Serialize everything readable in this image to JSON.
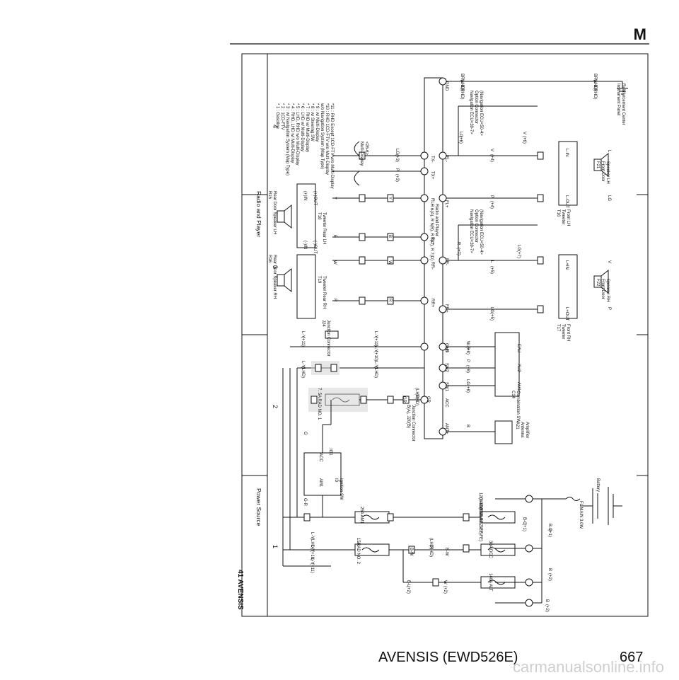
{
  "page": {
    "section_letter": "M",
    "footer": "AVENSIS (EWD526E)",
    "page_number": "667",
    "watermark": "carmanualsonline.info",
    "side_title": "41  AVENSIS"
  },
  "diagram": {
    "headers": {
      "power_source": "Power Source",
      "radio_player": "Radio and Player"
    },
    "column_numbers": [
      "1",
      "2",
      "3",
      "4"
    ],
    "notes": [
      "* 1 : Gasoline",
      "* 2 : 1CD-FTV",
      "* 3 : w/ Navigation System (Map Type)",
      "* 4 : RHD, LHD w/ Multi-Display",
      "* 5 : LHD, RHD w/o Multi-Display",
      "* 6 : LHD w/ Multi-Display",
      "* 7 : RHD w/ Multi-Display",
      "* 8 : w/ Steering SW",
      "* 9 : w/ Multi-Display",
      "   w/o Navigation System (Map Type)",
      "*10 : RHD 1CD-FTV w/o Multi-Display",
      "*11 : RHD Except 1CD-FTV w/o Multi-Display"
    ],
    "components": {
      "battery": "Battery",
      "fl_main": "FL MAIN 3.0W",
      "alt120": [
        "120A ALT",
        "(1AZ-FSE, 1AZ-FE)",
        "100A ALT",
        "(1ZZ-FE, 3ZZ-FE)"
      ],
      "alt140": "140A ALT",
      "dcc": "30A DCC",
      "am1": "25A AM1",
      "rad2": [
        "15A",
        "RAD NO. 2"
      ],
      "rad1": "7. 5A RAD NO. 1",
      "ign": [
        "I3",
        "Ignition SW"
      ],
      "ign_terms": [
        "ACC",
        "AM1",
        "IG1"
      ],
      "antenna": [
        "A21",
        "Antenna",
        "Amplifier"
      ],
      "combo": [
        "C14",
        "Combination SW"
      ],
      "combo_terms": [
        "EAU",
        "AU2",
        "AU1"
      ],
      "radio": [
        "R 6(A), R 5(B), R 6(C), R 7(D)",
        "Radio and Player"
      ],
      "radio_terms": [
        "ANT+",
        "ACC",
        "+B",
        "SW1",
        "SW2",
        "GND",
        "FR+",
        "FR-",
        "RR+",
        "RR-",
        "RL+",
        "RL-",
        "FL+",
        "FL-",
        "TX+",
        "TX-",
        "GND"
      ],
      "j24": [
        "J24",
        "Junction Connector"
      ],
      "j20": [
        "B(A), J20(B)",
        "Junction Connector"
      ],
      "r15": [
        "R15",
        "Rear Door Speaker LH"
      ],
      "r16": [
        "R16",
        "Rear Door Speaker RH"
      ],
      "t18": [
        "T18",
        "Tweeter Rear LH"
      ],
      "t19": [
        "T19",
        "Tweeter Rear RH"
      ],
      "t16": [
        "T16",
        "Tweeter",
        "Front LH"
      ],
      "t17": [
        "T17",
        "Tweeter",
        "Front RH"
      ],
      "f21": [
        "F21",
        "Front Door",
        "Speaker LH"
      ],
      "f22": [
        "F22",
        "Front Door",
        "Speaker RH"
      ],
      "nav1": [
        "Navigation ECU<39-7>",
        "Option Connector",
        "(Navigation ECU<50-4>"
      ],
      "nav2": [
        "Navigation ECU<39-7>",
        "Option Connector",
        "(Navigation ECU<50-4>"
      ],
      "multi": [
        "Multi-Display",
        "<26-6>"
      ],
      "ground": [
        "Instrument Panel",
        "Reinforcement Center"
      ],
      "spk_terms": [
        "(+)OUT",
        "(-)OUT",
        "(+)IN",
        "(-)IN",
        "L+IN",
        "L-IN",
        "L+OUT",
        "L-OUT"
      ]
    },
    "wires": {
      "b_g": "B-G",
      "b_w": "B-W",
      "b_l": "B-L",
      "b": "B",
      "w": "W",
      "g_r": "G-R",
      "g": "G",
      "l_y": "L-Y",
      "lg": "LG",
      "p": "P",
      "v": "V",
      "l": "L",
      "r": "R",
      "y": "Y",
      "w_r": "W-R",
      "br": "BR(LHD)",
      "wb": "W-B(RHD)",
      "gr": "GR",
      "lhd": "(LHD)",
      "rhd": "(RHD)",
      "c1": "(+1)",
      "c2": "(+2)",
      "c3": "(+3)",
      "c4": "(+4)",
      "c5": "(+5)",
      "c6": "(+6)",
      "c7": "(+7)",
      "c8": "(+8)",
      "c10": "(+10)",
      "c11": "(+11)"
    }
  },
  "colors": {
    "ink": "#111111",
    "shade": "#cfcfcf",
    "watermark": "#cfcfcf"
  }
}
